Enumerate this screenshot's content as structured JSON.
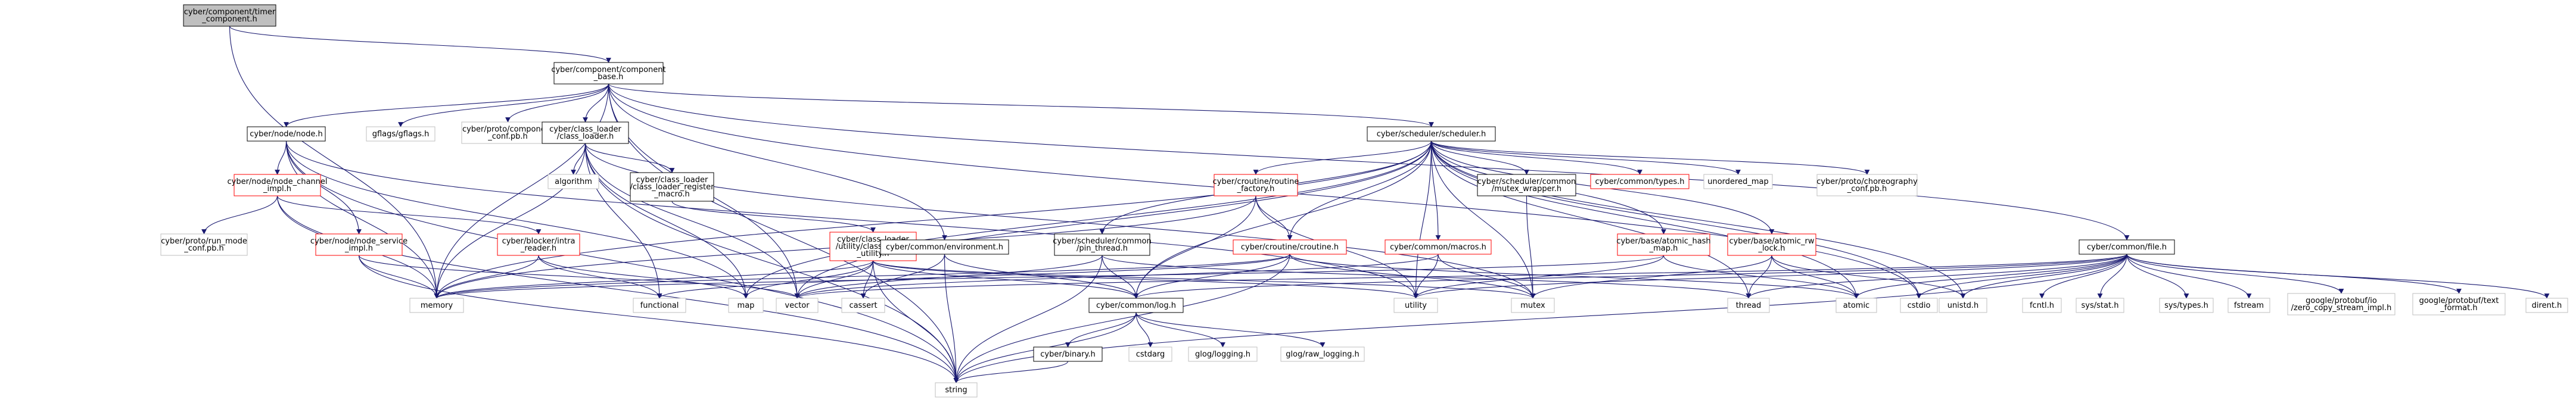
{
  "colors": {
    "edge": "#191970",
    "node_border_default": "#bfbfbf",
    "node_border_documented": "#ff0000",
    "node_border_normal": "#000000",
    "root_fill": "#bfbfbf",
    "node_fill": "#ffffff"
  },
  "nodes": [
    {
      "id": "n1",
      "lines": [
        "cyber/component/timer",
        "_component.h"
      ],
      "style": "root"
    },
    {
      "id": "n2",
      "lines": [
        "cyber/component/component",
        "_base.h"
      ],
      "style": "normal"
    },
    {
      "id": "n3",
      "lines": [
        "cyber/node/node.h"
      ],
      "style": "normal"
    },
    {
      "id": "n4",
      "lines": [
        "gflags/gflags.h"
      ],
      "style": "system"
    },
    {
      "id": "n5",
      "lines": [
        "cyber/proto/component",
        "_conf.pb.h"
      ],
      "style": "system"
    },
    {
      "id": "n6",
      "lines": [
        "cyber/class_loader",
        "/class_loader.h"
      ],
      "style": "normal"
    },
    {
      "id": "n7",
      "lines": [
        "cyber/scheduler/scheduler.h"
      ],
      "style": "normal"
    },
    {
      "id": "n8",
      "lines": [
        "cyber/node/node_channel",
        "_impl.h"
      ],
      "style": "red"
    },
    {
      "id": "n9",
      "lines": [
        "algorithm"
      ],
      "style": "system"
    },
    {
      "id": "n10",
      "lines": [
        "cyber/class_loader",
        "/class_loader_register",
        "_macro.h"
      ],
      "style": "normal"
    },
    {
      "id": "n11",
      "lines": [
        "cyber/croutine/routine",
        "_factory.h"
      ],
      "style": "red"
    },
    {
      "id": "n12",
      "lines": [
        "cyber/scheduler/common",
        "/mutex_wrapper.h"
      ],
      "style": "normal"
    },
    {
      "id": "n13",
      "lines": [
        "cyber/common/types.h"
      ],
      "style": "red"
    },
    {
      "id": "n14",
      "lines": [
        "unordered_map"
      ],
      "style": "system"
    },
    {
      "id": "n15",
      "lines": [
        "cyber/proto/choreography",
        "_conf.pb.h"
      ],
      "style": "system"
    },
    {
      "id": "n16",
      "lines": [
        "cyber/proto/run_mode",
        "_conf.pb.h"
      ],
      "style": "system"
    },
    {
      "id": "n17",
      "lines": [
        "cyber/node/node_service",
        "_impl.h"
      ],
      "style": "red"
    },
    {
      "id": "n18",
      "lines": [
        "cyber/blocker/intra",
        "_reader.h"
      ],
      "style": "red"
    },
    {
      "id": "n19",
      "lines": [
        "cyber/class_loader",
        "/utility/class_loader",
        "_utility.h"
      ],
      "style": "red"
    },
    {
      "id": "n20",
      "lines": [
        "cyber/common/environment.h"
      ],
      "style": "normal"
    },
    {
      "id": "n21",
      "lines": [
        "cyber/scheduler/common",
        "/pin_thread.h"
      ],
      "style": "normal"
    },
    {
      "id": "n22",
      "lines": [
        "cyber/croutine/croutine.h"
      ],
      "style": "red"
    },
    {
      "id": "n23",
      "lines": [
        "cyber/common/macros.h"
      ],
      "style": "red"
    },
    {
      "id": "n24",
      "lines": [
        "cyber/base/atomic_hash",
        "_map.h"
      ],
      "style": "red"
    },
    {
      "id": "n25",
      "lines": [
        "cyber/base/atomic_rw",
        "_lock.h"
      ],
      "style": "red"
    },
    {
      "id": "n26",
      "lines": [
        "cyber/common/file.h"
      ],
      "style": "normal"
    },
    {
      "id": "n27",
      "lines": [
        "memory"
      ],
      "style": "system"
    },
    {
      "id": "n28",
      "lines": [
        "functional"
      ],
      "style": "system"
    },
    {
      "id": "n29",
      "lines": [
        "map"
      ],
      "style": "system"
    },
    {
      "id": "n30",
      "lines": [
        "vector"
      ],
      "style": "system"
    },
    {
      "id": "n31",
      "lines": [
        "cassert"
      ],
      "style": "system"
    },
    {
      "id": "n32",
      "lines": [
        "cyber/common/log.h"
      ],
      "style": "normal"
    },
    {
      "id": "n33",
      "lines": [
        "utility"
      ],
      "style": "system"
    },
    {
      "id": "n34",
      "lines": [
        "mutex"
      ],
      "style": "system"
    },
    {
      "id": "n35",
      "lines": [
        "thread"
      ],
      "style": "system"
    },
    {
      "id": "n36",
      "lines": [
        "atomic"
      ],
      "style": "system"
    },
    {
      "id": "n37",
      "lines": [
        "cstdio"
      ],
      "style": "system"
    },
    {
      "id": "n38",
      "lines": [
        "unistd.h"
      ],
      "style": "system"
    },
    {
      "id": "n39",
      "lines": [
        "fcntl.h"
      ],
      "style": "system"
    },
    {
      "id": "n40",
      "lines": [
        "sys/stat.h"
      ],
      "style": "system"
    },
    {
      "id": "n41",
      "lines": [
        "sys/types.h"
      ],
      "style": "system"
    },
    {
      "id": "n42",
      "lines": [
        "fstream"
      ],
      "style": "system"
    },
    {
      "id": "n43",
      "lines": [
        "google/protobuf/io",
        "/zero_copy_stream_impl.h"
      ],
      "style": "system"
    },
    {
      "id": "n44",
      "lines": [
        "google/protobuf/text",
        "_format.h"
      ],
      "style": "system"
    },
    {
      "id": "n45",
      "lines": [
        "dirent.h"
      ],
      "style": "system"
    },
    {
      "id": "n46",
      "lines": [
        "cyber/binary.h"
      ],
      "style": "normal"
    },
    {
      "id": "n47",
      "lines": [
        "cstdarg"
      ],
      "style": "system"
    },
    {
      "id": "n48",
      "lines": [
        "glog/logging.h"
      ],
      "style": "system"
    },
    {
      "id": "n49",
      "lines": [
        "glog/raw_logging.h"
      ],
      "style": "system"
    },
    {
      "id": "n50",
      "lines": [
        "string"
      ],
      "style": "system"
    }
  ],
  "edges": [
    [
      "n1",
      "n2"
    ],
    [
      "n1",
      "n27"
    ],
    [
      "n2",
      "n3"
    ],
    [
      "n2",
      "n4"
    ],
    [
      "n2",
      "n5"
    ],
    [
      "n2",
      "n6"
    ],
    [
      "n2",
      "n7"
    ],
    [
      "n2",
      "n20"
    ],
    [
      "n2",
      "n26"
    ],
    [
      "n2",
      "n27"
    ],
    [
      "n2",
      "n30"
    ],
    [
      "n2",
      "n50"
    ],
    [
      "n2",
      "n37"
    ],
    [
      "n3",
      "n8"
    ],
    [
      "n3",
      "n17"
    ],
    [
      "n3",
      "n27"
    ],
    [
      "n3",
      "n29"
    ],
    [
      "n3",
      "n50"
    ],
    [
      "n3",
      "n33"
    ],
    [
      "n6",
      "n9"
    ],
    [
      "n6",
      "n10"
    ],
    [
      "n6",
      "n27"
    ],
    [
      "n6",
      "n28"
    ],
    [
      "n6",
      "n30"
    ],
    [
      "n6",
      "n34"
    ],
    [
      "n6",
      "n50"
    ],
    [
      "n6",
      "n29"
    ],
    [
      "n7",
      "n11"
    ],
    [
      "n7",
      "n12"
    ],
    [
      "n7",
      "n13"
    ],
    [
      "n7",
      "n14"
    ],
    [
      "n7",
      "n15"
    ],
    [
      "n7",
      "n21"
    ],
    [
      "n7",
      "n22"
    ],
    [
      "n7",
      "n23"
    ],
    [
      "n7",
      "n24"
    ],
    [
      "n7",
      "n25"
    ],
    [
      "n7",
      "n27"
    ],
    [
      "n7",
      "n29"
    ],
    [
      "n7",
      "n30"
    ],
    [
      "n7",
      "n32"
    ],
    [
      "n7",
      "n34"
    ],
    [
      "n7",
      "n35"
    ],
    [
      "n7",
      "n36"
    ],
    [
      "n7",
      "n37"
    ],
    [
      "n7",
      "n38"
    ],
    [
      "n7",
      "n33"
    ],
    [
      "n8",
      "n16"
    ],
    [
      "n8",
      "n18"
    ],
    [
      "n8",
      "n27"
    ],
    [
      "n8",
      "n50"
    ],
    [
      "n10",
      "n19"
    ],
    [
      "n11",
      "n22"
    ],
    [
      "n11",
      "n32"
    ],
    [
      "n11",
      "n33"
    ],
    [
      "n11",
      "n27"
    ],
    [
      "n12",
      "n34"
    ],
    [
      "n17",
      "n27"
    ],
    [
      "n17",
      "n30"
    ],
    [
      "n17",
      "n50"
    ],
    [
      "n18",
      "n27"
    ],
    [
      "n18",
      "n28"
    ],
    [
      "n18",
      "n29"
    ],
    [
      "n19",
      "n27"
    ],
    [
      "n19",
      "n29"
    ],
    [
      "n19",
      "n30"
    ],
    [
      "n19",
      "n31"
    ],
    [
      "n19",
      "n32"
    ],
    [
      "n19",
      "n50"
    ],
    [
      "n19",
      "n34"
    ],
    [
      "n19",
      "n33"
    ],
    [
      "n20",
      "n31"
    ],
    [
      "n20",
      "n32"
    ],
    [
      "n20",
      "n50"
    ],
    [
      "n21",
      "n32"
    ],
    [
      "n21",
      "n35"
    ],
    [
      "n21",
      "n50"
    ],
    [
      "n21",
      "n30"
    ],
    [
      "n22",
      "n32"
    ],
    [
      "n22",
      "n34"
    ],
    [
      "n22",
      "n36"
    ],
    [
      "n22",
      "n50"
    ],
    [
      "n22",
      "n27"
    ],
    [
      "n22",
      "n28"
    ],
    [
      "n23",
      "n33"
    ],
    [
      "n23",
      "n34"
    ],
    [
      "n23",
      "n30"
    ],
    [
      "n24",
      "n33"
    ],
    [
      "n24",
      "n36"
    ],
    [
      "n24",
      "n27"
    ],
    [
      "n25",
      "n34"
    ],
    [
      "n25",
      "n35"
    ],
    [
      "n25",
      "n36"
    ],
    [
      "n25",
      "n38"
    ],
    [
      "n26",
      "n32"
    ],
    [
      "n26",
      "n39"
    ],
    [
      "n26",
      "n40"
    ],
    [
      "n26",
      "n41"
    ],
    [
      "n26",
      "n42"
    ],
    [
      "n26",
      "n43"
    ],
    [
      "n26",
      "n44"
    ],
    [
      "n26",
      "n45"
    ],
    [
      "n26",
      "n38"
    ],
    [
      "n26",
      "n37"
    ],
    [
      "n26",
      "n36"
    ],
    [
      "n26",
      "n50"
    ],
    [
      "n26",
      "n30"
    ],
    [
      "n26",
      "n35"
    ],
    [
      "n26",
      "n33"
    ],
    [
      "n32",
      "n46"
    ],
    [
      "n32",
      "n47"
    ],
    [
      "n32",
      "n48"
    ],
    [
      "n32",
      "n49"
    ],
    [
      "n32",
      "n50"
    ],
    [
      "n46",
      "n50"
    ]
  ]
}
